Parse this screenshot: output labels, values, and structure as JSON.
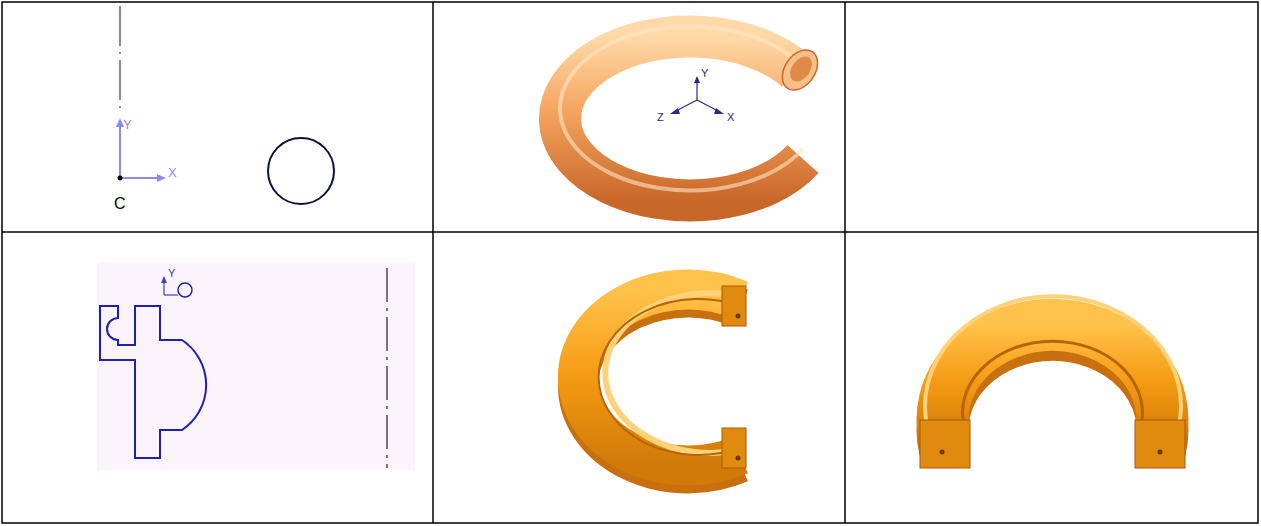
{
  "diagram": {
    "labels": [
      "Y",
      "X",
      "C",
      "Y",
      "Z",
      "X",
      "Y"
    ]
  }
}
